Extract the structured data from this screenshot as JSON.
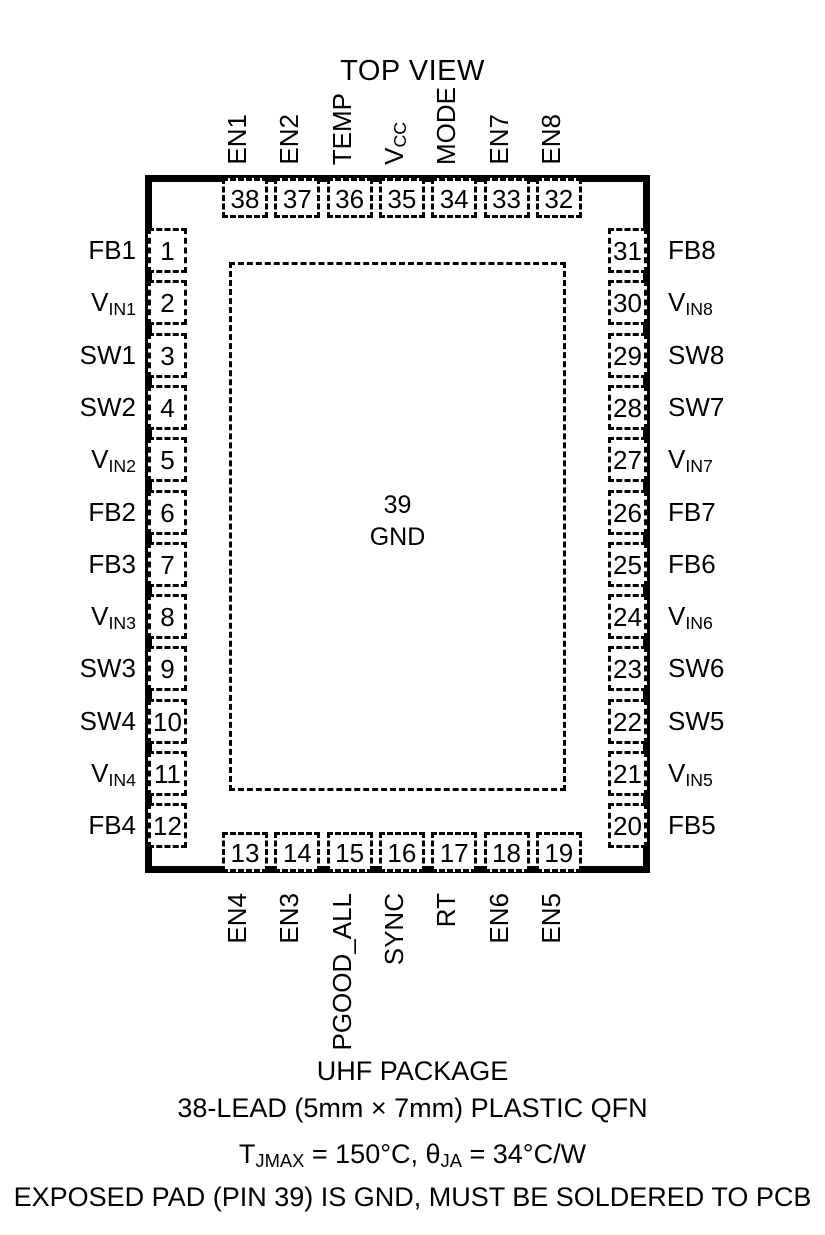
{
  "title": "TOP VIEW",
  "package": {
    "center_label": "39\nGND",
    "exposed_pad_pin": "39",
    "exposed_pad_name": "GND"
  },
  "pins": {
    "left": [
      {
        "number": "1",
        "name": "FB1",
        "base": "FB1",
        "sub": ""
      },
      {
        "number": "2",
        "name": "VIN1",
        "base": "V",
        "sub": "IN1"
      },
      {
        "number": "3",
        "name": "SW1",
        "base": "SW1",
        "sub": ""
      },
      {
        "number": "4",
        "name": "SW2",
        "base": "SW2",
        "sub": ""
      },
      {
        "number": "5",
        "name": "VIN2",
        "base": "V",
        "sub": "IN2"
      },
      {
        "number": "6",
        "name": "FB2",
        "base": "FB2",
        "sub": ""
      },
      {
        "number": "7",
        "name": "FB3",
        "base": "FB3",
        "sub": ""
      },
      {
        "number": "8",
        "name": "VIN3",
        "base": "V",
        "sub": "IN3"
      },
      {
        "number": "9",
        "name": "SW3",
        "base": "SW3",
        "sub": ""
      },
      {
        "number": "10",
        "name": "SW4",
        "base": "SW4",
        "sub": ""
      },
      {
        "number": "11",
        "name": "VIN4",
        "base": "V",
        "sub": "IN4"
      },
      {
        "number": "12",
        "name": "FB4",
        "base": "FB4",
        "sub": ""
      }
    ],
    "bottom": [
      {
        "number": "13",
        "name": "EN4",
        "base": "EN4",
        "sub": ""
      },
      {
        "number": "14",
        "name": "EN3",
        "base": "EN3",
        "sub": ""
      },
      {
        "number": "15",
        "name": "PGOOD_ALL",
        "base": "PGOOD_ALL",
        "sub": ""
      },
      {
        "number": "16",
        "name": "SYNC",
        "base": "SYNC",
        "sub": ""
      },
      {
        "number": "17",
        "name": "RT",
        "base": "RT",
        "sub": ""
      },
      {
        "number": "18",
        "name": "EN6",
        "base": "EN6",
        "sub": ""
      },
      {
        "number": "19",
        "name": "EN5",
        "base": "EN5",
        "sub": ""
      }
    ],
    "right": [
      {
        "number": "31",
        "name": "FB8",
        "base": "FB8",
        "sub": ""
      },
      {
        "number": "30",
        "name": "VIN8",
        "base": "V",
        "sub": "IN8"
      },
      {
        "number": "29",
        "name": "SW8",
        "base": "SW8",
        "sub": ""
      },
      {
        "number": "28",
        "name": "SW7",
        "base": "SW7",
        "sub": ""
      },
      {
        "number": "27",
        "name": "VIN7",
        "base": "V",
        "sub": "IN7"
      },
      {
        "number": "26",
        "name": "FB7",
        "base": "FB7",
        "sub": ""
      },
      {
        "number": "25",
        "name": "FB6",
        "base": "FB6",
        "sub": ""
      },
      {
        "number": "24",
        "name": "VIN6",
        "base": "V",
        "sub": "IN6"
      },
      {
        "number": "23",
        "name": "SW6",
        "base": "SW6",
        "sub": ""
      },
      {
        "number": "22",
        "name": "SW5",
        "base": "SW5",
        "sub": ""
      },
      {
        "number": "21",
        "name": "VIN5",
        "base": "V",
        "sub": "IN5"
      },
      {
        "number": "20",
        "name": "FB5",
        "base": "FB5",
        "sub": ""
      }
    ],
    "top": [
      {
        "number": "38",
        "name": "EN1",
        "base": "EN1",
        "sub": ""
      },
      {
        "number": "37",
        "name": "EN2",
        "base": "EN2",
        "sub": ""
      },
      {
        "number": "36",
        "name": "TEMP",
        "base": "TEMP",
        "sub": ""
      },
      {
        "number": "35",
        "name": "VCC",
        "base": "V",
        "sub": "CC"
      },
      {
        "number": "34",
        "name": "MODE",
        "base": "MODE",
        "sub": ""
      },
      {
        "number": "33",
        "name": "EN7",
        "base": "EN7",
        "sub": ""
      },
      {
        "number": "32",
        "name": "EN8",
        "base": "EN8",
        "sub": ""
      }
    ]
  },
  "caption": {
    "line1": "UHF PACKAGE",
    "line2": "38-LEAD (5mm × 7mm) PLASTIC QFN",
    "line3_prefix": "T",
    "line3_sub1": "JMAX",
    "line3_mid": " = 150°C, θ",
    "line3_sub2": "JA",
    "line3_suffix": " = 34°C/W",
    "line4": "EXPOSED PAD (PIN 39) IS GND, MUST BE SOLDERED TO PCB"
  },
  "colors": {
    "ink": "#000000",
    "background": "#ffffff"
  }
}
